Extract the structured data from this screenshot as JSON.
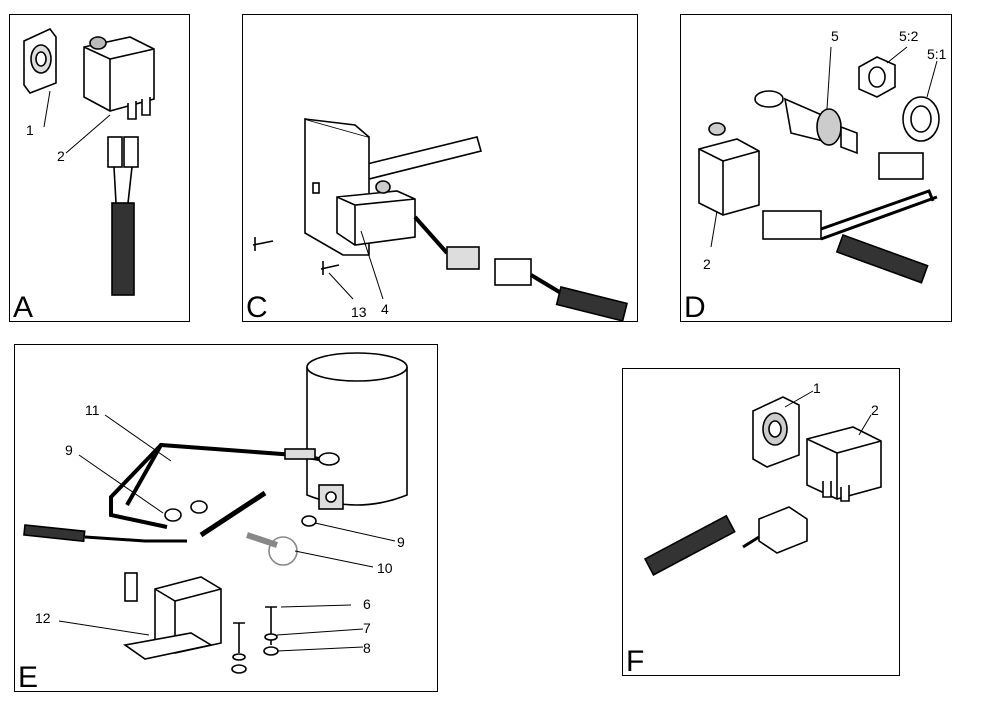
{
  "panels": {
    "A": {
      "letter": "A",
      "callouts": [
        "1",
        "2"
      ]
    },
    "C": {
      "letter": "C",
      "callouts": [
        "13",
        "4"
      ]
    },
    "D": {
      "letter": "D",
      "callouts": [
        "5",
        "5:2",
        "5:1",
        "2"
      ]
    },
    "E": {
      "letter": "E",
      "callouts": [
        "11",
        "9",
        "9",
        "10",
        "12",
        "6",
        "7",
        "8"
      ]
    },
    "F": {
      "letter": "F",
      "callouts": [
        "1",
        "2"
      ]
    }
  },
  "colors": {
    "line": "#000000",
    "background": "#ffffff",
    "shade": "#d9d9d9",
    "dark": "#1a1a1a"
  }
}
